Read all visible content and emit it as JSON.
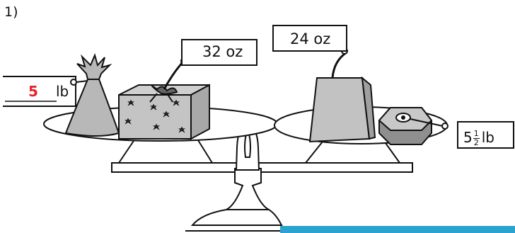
{
  "question_number": "1)",
  "bag": {
    "label": "lb",
    "answer": "5"
  },
  "gift_box": {
    "label": "32 oz"
  },
  "shopping_bag": {
    "label": "24 oz"
  },
  "weight": {
    "whole": "5",
    "numerator": "1",
    "denominator": "2",
    "unit": "lb"
  },
  "colors": {
    "answer": "#e8202a",
    "accent_bar": "#2ba3cf"
  }
}
